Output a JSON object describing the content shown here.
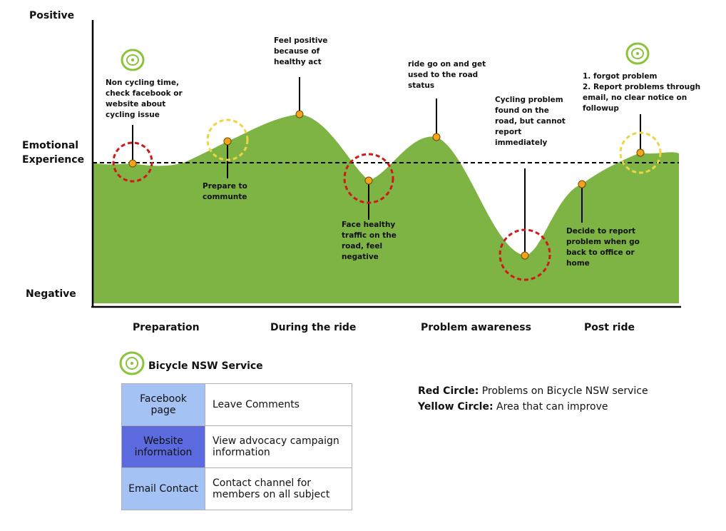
{
  "axis": {
    "positive": "Positive",
    "emotional": "Emotional",
    "experience": "Experience",
    "negative": "Negative"
  },
  "colors": {
    "area": "#7db444",
    "marker": "#f5a31c",
    "red_circle": "#d0181b",
    "yellow_circle": "#efd544",
    "logo": "#8bc33a"
  },
  "phases": [
    "Preparation",
    "During the ride",
    "Problem awareness",
    "Post ride"
  ],
  "notes": {
    "n1": "Non cycling time,\ncheck facebook or\nwebsite about\ncycling issue",
    "n2": "Prepare to\ncommunte",
    "n3": "Feel positive\nbecause of\nhealthy act",
    "n4": "Face healthy\ntraffic on the\nroad, feel\nnegative",
    "n5": "ride go on and get\nused to the road\nstatus",
    "n6": "Cycling problem\nfound on the\nroad, but cannot\nreport\nimmediately",
    "n7": "Decide to report\nproblem when go\nback to office or\nhome",
    "n8": "1. forgot problem\n2. Report problems through\nemail, no clear notice on\nfollowup"
  },
  "points": [
    {
      "id": "p1",
      "highlight": "red"
    },
    {
      "id": "p2",
      "highlight": "yellow"
    },
    {
      "id": "p3",
      "highlight": "none"
    },
    {
      "id": "p4",
      "highlight": "red"
    },
    {
      "id": "p5",
      "highlight": "none"
    },
    {
      "id": "p6",
      "highlight": "red"
    },
    {
      "id": "p7",
      "highlight": "none"
    },
    {
      "id": "p8",
      "highlight": "yellow"
    }
  ],
  "service": {
    "title": "Bicycle NSW Service",
    "rows": [
      {
        "channel": "Facebook page",
        "description": "Leave Comments",
        "color": "#a4c2f4"
      },
      {
        "channel": "Website information",
        "description": "View advocacy campaign information",
        "color": "#5b6bdf"
      },
      {
        "channel": "Email Contact",
        "description": "Contact channel for members on all subject",
        "color": "#a4c2f4"
      }
    ]
  },
  "legend": {
    "red_label": "Red Circle:",
    "red_text": "Problems on Bicycle NSW service",
    "yellow_label": "Yellow Circle:",
    "yellow_text": "Area that can improve"
  }
}
